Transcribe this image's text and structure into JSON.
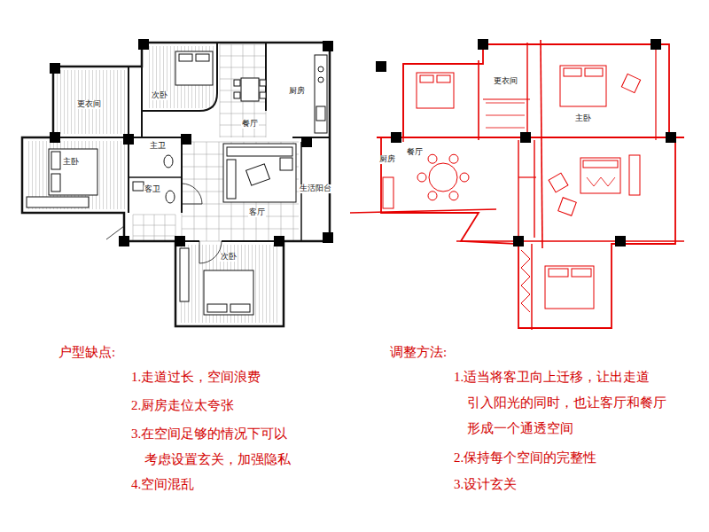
{
  "diagram": {
    "labels": [
      "次卧",
      "更衣间",
      "餐厅",
      "厨房",
      "主卧",
      "主卫",
      "客卫",
      "客厅",
      "生活阳台",
      "次卧",
      "更衣间",
      "主卧",
      "厨房",
      "餐厅",
      "户型缺点:",
      "1.走道过长，空间浪费",
      "2.厨房走位太夸张",
      "3.在空间足够的情况下可以 考虑设置玄关，加强隐私",
      "4.空间混乱",
      "调整方法:",
      "1.适当将客卫向上迁移，让出走道 引入阳光的同时，也让客厅和餐厅 形成一个通透空间",
      "2.保持每个空间的完整性",
      "3.设计玄关"
    ]
  }
}
